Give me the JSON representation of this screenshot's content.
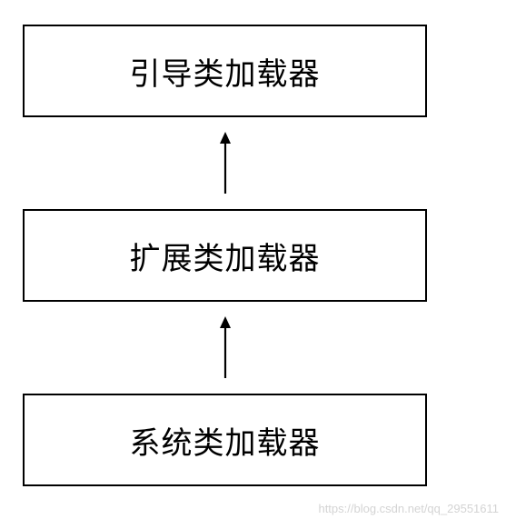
{
  "diagram": {
    "boxes": [
      {
        "label": "引导类加载器"
      },
      {
        "label": "扩展类加载器"
      },
      {
        "label": "系统类加载器"
      }
    ],
    "arrow_color": "#000000",
    "border_color": "#000000"
  },
  "watermark": {
    "text": "https://blog.csdn.net/qq_29551611"
  }
}
